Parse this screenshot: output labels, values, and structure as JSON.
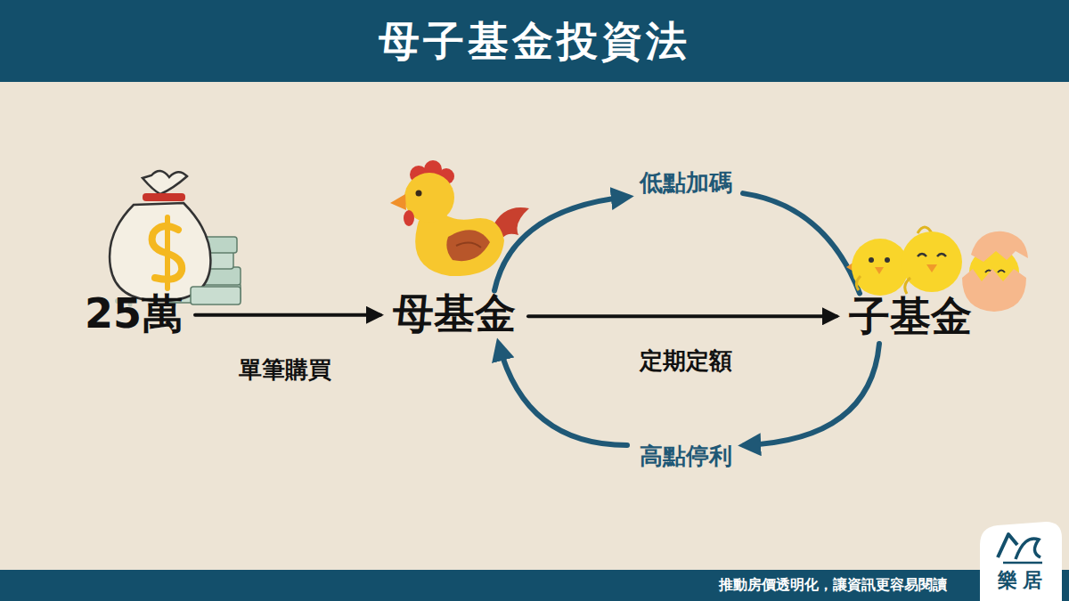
{
  "diagram": {
    "title": "母子基金投資法",
    "nodes": [
      {
        "text": [
          "25萬"
        ]
      },
      {
        "text": [
          "母基金"
        ]
      },
      {
        "text": [
          "子基金"
        ]
      }
    ],
    "edges": [
      {
        "from": 0,
        "to": 1,
        "label": "單筆購買",
        "arrow": "to"
      },
      {
        "from": 1,
        "to": 2,
        "label": "定期定額",
        "arrow": "to"
      },
      {
        "from": 1,
        "to": 2,
        "label": "低點加碼",
        "arrow": "to"
      },
      {
        "from": 2,
        "to": 1,
        "label": "高點停利",
        "arrow": "to"
      }
    ],
    "labels": [
      "推動房價透明化，讓資訊更容易閱讀",
      "樂居"
    ]
  }
}
